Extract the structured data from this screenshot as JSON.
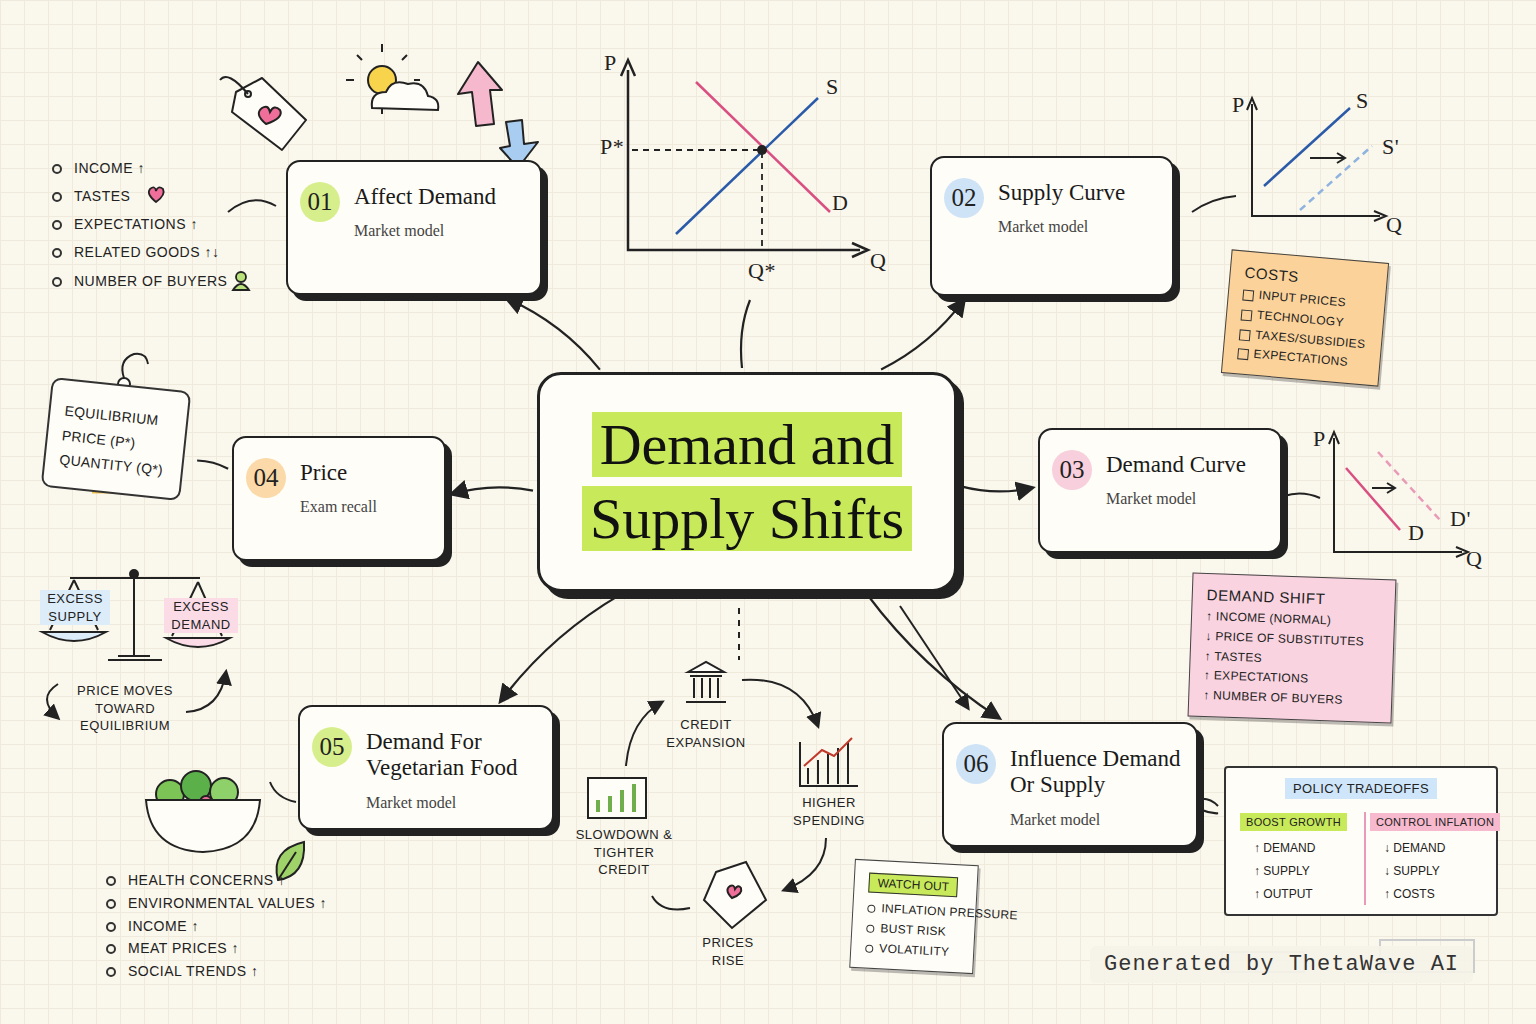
{
  "diagram": {
    "nodes": [
      {
        "text": [
          "Demand and Supply Shifts"
        ]
      },
      {
        "text": [
          "Affect Demand",
          "Market model"
        ]
      },
      {
        "text": [
          "01"
        ],
        "in": 1
      },
      {
        "text": [
          "Supply Curve",
          "Market model"
        ]
      },
      {
        "text": [
          "02"
        ],
        "in": 3
      },
      {
        "text": [
          "Demand Curve",
          "Market model"
        ]
      },
      {
        "text": [
          "03"
        ],
        "in": 5
      },
      {
        "text": [
          "Price",
          "Exam recall"
        ]
      },
      {
        "text": [
          "04"
        ],
        "in": 7
      },
      {
        "text": [
          "Demand For Vegetarian Food",
          "Market model"
        ]
      },
      {
        "text": [
          "05"
        ],
        "in": 9
      },
      {
        "text": [
          "Influence Demand Or Supply",
          "Market model"
        ]
      },
      {
        "text": [
          "06"
        ],
        "in": 11
      },
      {
        "text": [
          "COSTS",
          "INPUT PRICES",
          "TECHNOLOGY",
          "TAXES/SUBSIDIES",
          "EXPECTATIONS"
        ]
      },
      {
        "text": [
          "DEMAND SHIFT",
          "↑ INCOME (NORMAL)",
          "↓ PRICE OF SUBSTITUTES",
          "↑ TASTES",
          "↑ EXPECTATIONS",
          "↑ NUMBER OF BUYERS"
        ]
      },
      {
        "text": [
          "EQUILIBRIUM PRICE (P*) QUANTITY (Q*)"
        ]
      },
      {
        "text": [
          "POLICY TRADEOFFS"
        ]
      },
      {
        "text": [
          "BOOST GROWTH",
          "↑ DEMAND",
          "↑ SUPPLY",
          "↑ OUTPUT"
        ],
        "in": 16
      },
      {
        "text": [
          "CONTROL INFLATION",
          "↓ DEMAND",
          "↓ SUPPLY",
          "↑ COSTS"
        ],
        "in": 16
      },
      {
        "text": [
          "WATCH OUT",
          "INFLATION PRESSURE",
          "BUST RISK",
          "VOLATILITY"
        ]
      }
    ],
    "edges": [
      {
        "from": 0,
        "to": 1,
        "arrow": "to"
      },
      {
        "from": 0,
        "to": 3,
        "arrow": "to"
      },
      {
        "from": 0,
        "to": 5,
        "arrow": "to"
      },
      {
        "from": 0,
        "to": 7,
        "arrow": "to"
      },
      {
        "from": 0,
        "to": 9,
        "arrow": "to"
      },
      {
        "from": 0,
        "to": 11,
        "arrow": "to"
      },
      {
        "from": 7,
        "to": 15,
        "arrow": "none"
      },
      {
        "from": 11,
        "to": 16,
        "arrow": "none"
      }
    ],
    "labels": [
      "INCOME ↑",
      "TASTES",
      "EXPECTATIONS ↑",
      "RELATED GOODS ↑↓",
      "NUMBER OF BUYERS",
      "P",
      "P*",
      "S",
      "D",
      "Q*",
      "Q",
      "P",
      "S",
      "S'",
      "Q",
      "P",
      "D",
      "D'",
      "Q",
      "EXCESS SUPPLY",
      "EXCESS DEMAND",
      "PRICE MOVES TOWARD EQUILIBRIUM",
      "HEALTH CONCERNS ↑",
      "ENVIRONMENTAL VALUES ↑",
      "INCOME ↑",
      "MEAT PRICES ↑",
      "SOCIAL TRENDS ↑",
      "CREDIT EXPANSION",
      "HIGHER SPENDING",
      "PRICES RISE",
      "SLOWDOWN & TIGHTER CREDIT",
      "Generated by ThetaWave AI"
    ]
  }
}
